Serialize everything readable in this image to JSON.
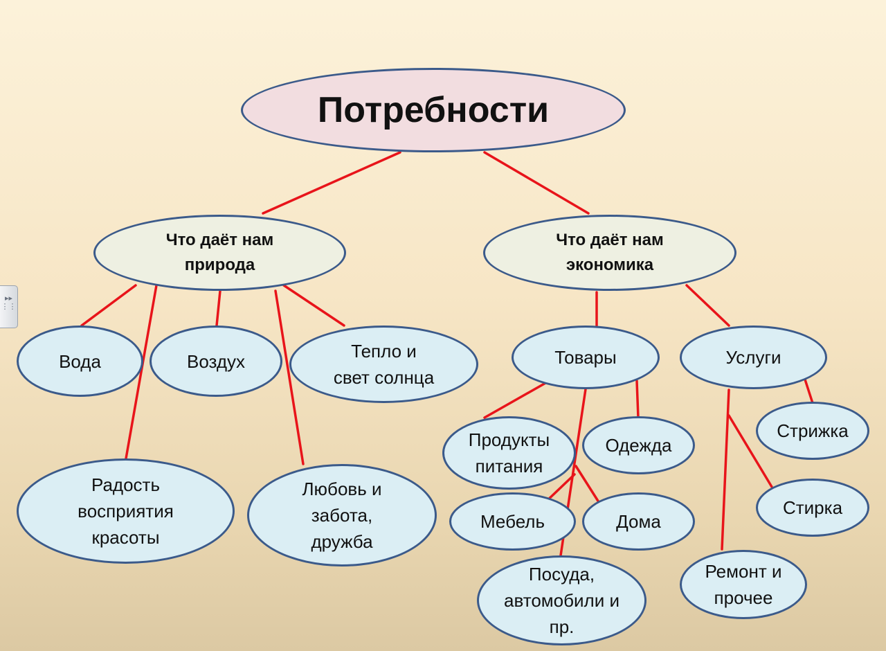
{
  "diagram": {
    "root": "Потребности",
    "nature": {
      "title": "Что даёт нам природа",
      "water": "Вода",
      "air": "Воздух",
      "warmth": "Тепло и свет солнца",
      "beauty": "Радость восприятия красоты",
      "love": "Любовь и забота, дружба"
    },
    "economy": {
      "title": "Что даёт нам экономика",
      "goods": {
        "title": "Товары",
        "food": "Продукты питания",
        "clothes": "Одежда",
        "furniture": "Мебель",
        "houses": "Дома",
        "dishes": "Посуда, автомобили и пр."
      },
      "services": {
        "title": "Услуги",
        "haircut": "Стрижка",
        "laundry": "Стирка",
        "repair": "Ремонт и прочее"
      }
    },
    "colors": {
      "connector": "#e8141a",
      "node_border": "#3b5a8a",
      "root_fill": "#f2dde0",
      "branch_fill": "#eef0e2",
      "leaf_fill": "#dbeef4"
    }
  }
}
